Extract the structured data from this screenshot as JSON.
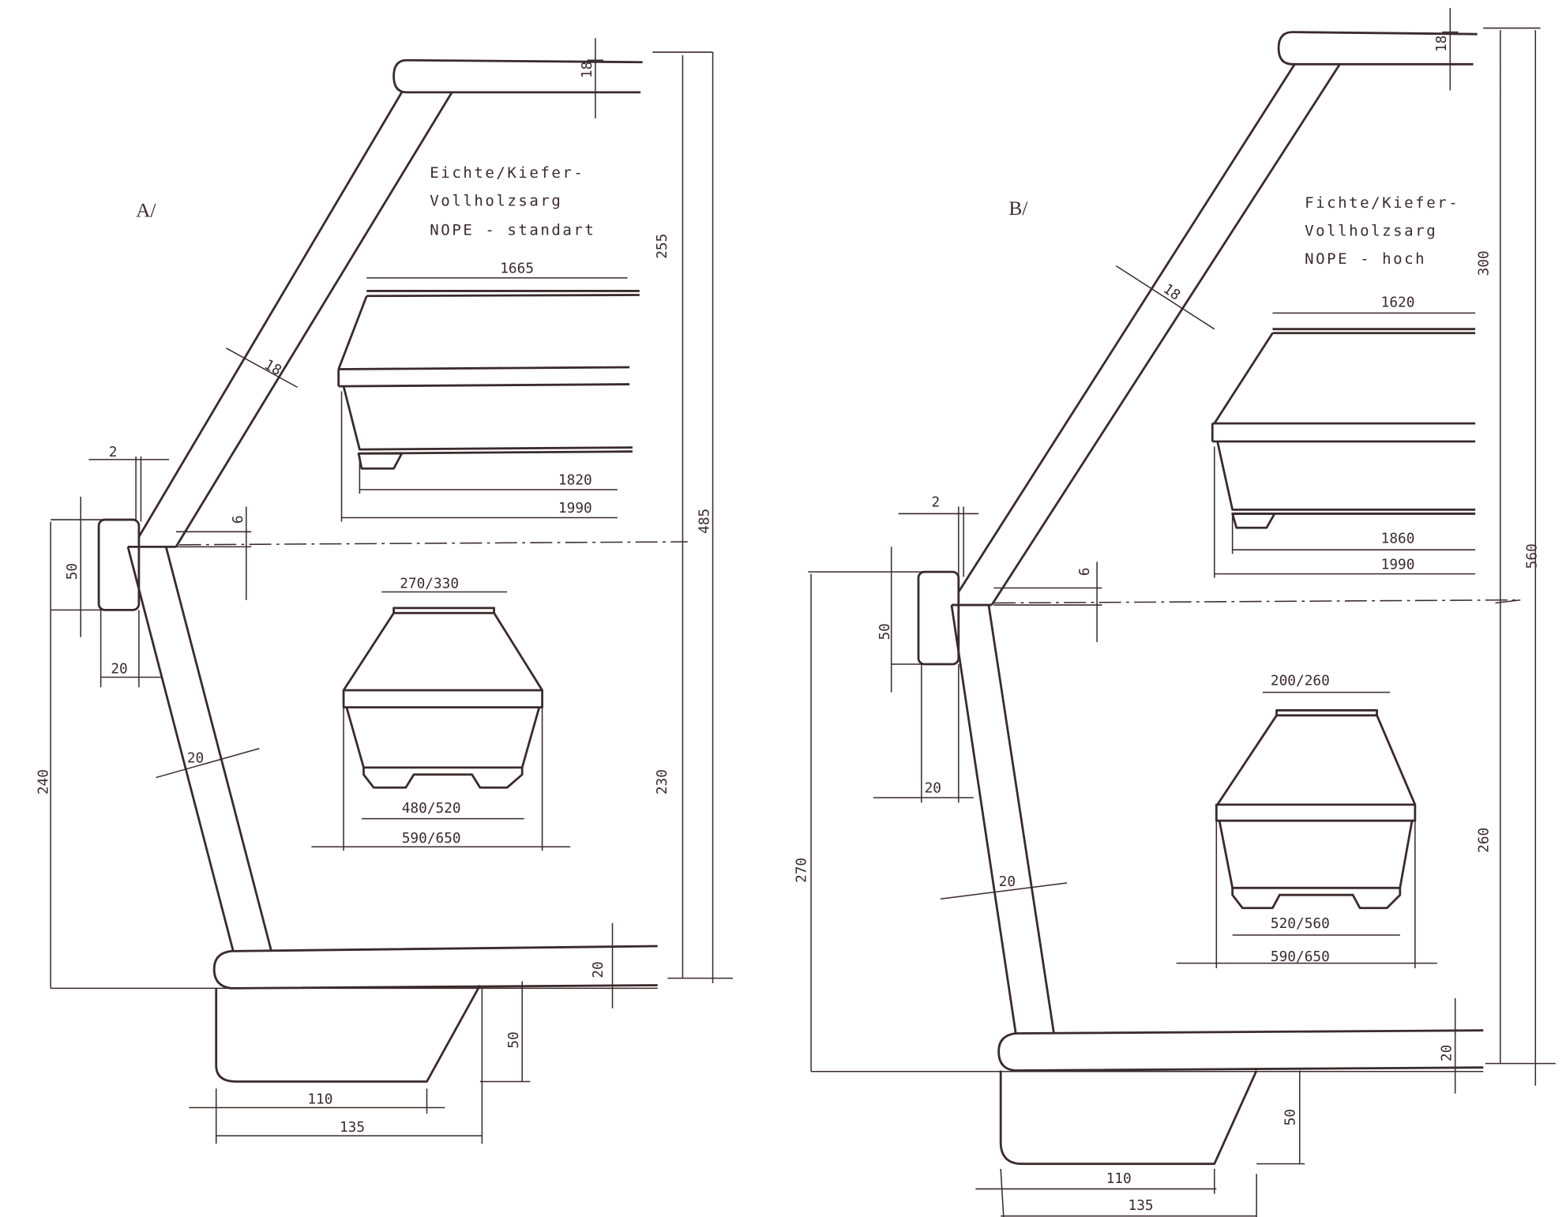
{
  "drawing_a": {
    "label": "A/",
    "title_lines": [
      "Eichte/Kiefer-",
      "Vollholzsarg",
      "NOPE - standart"
    ],
    "dims": {
      "top_thickness": "18",
      "side_thickness": "18",
      "height_upper": "255",
      "height_total": "485",
      "height_lower": "230",
      "height_left": "240",
      "block_height": "50",
      "block_width": "20",
      "gap": "2",
      "offset": "6",
      "lower_side_thickness": "20",
      "bottom_thickness": "20",
      "foot_height": "50",
      "foot_bottom": "110",
      "foot_top": "135",
      "lid_length": "1665",
      "inner_length": "1820",
      "outer_length": "1990",
      "top_width": "270/330",
      "foot_width": "480/520",
      "outer_width": "590/650"
    }
  },
  "drawing_b": {
    "label": "B/",
    "title_lines": [
      "Fichte/Kiefer-",
      "Vollholzsarg",
      "NOPE - hoch"
    ],
    "dims": {
      "top_thickness": "18",
      "side_thickness": "18",
      "height_upper": "300",
      "height_total": "560",
      "height_lower": "260",
      "height_left": "270",
      "block_height": "50",
      "block_width": "20",
      "gap": "2",
      "offset": "6",
      "lower_side_thickness": "20",
      "bottom_thickness": "20",
      "foot_height": "50",
      "foot_bottom": "110",
      "foot_top": "135",
      "lid_length": "1620",
      "inner_length": "1860",
      "outer_length": "1990",
      "top_width": "200/260",
      "foot_width": "520/560",
      "outer_width": "590/650"
    }
  }
}
